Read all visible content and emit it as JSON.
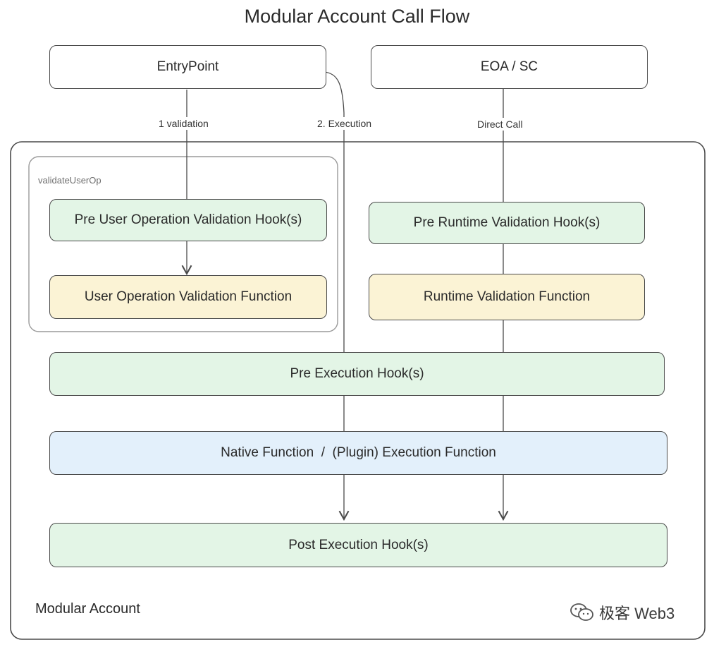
{
  "title": "Modular Account Call Flow",
  "nodes": {
    "entrypoint": "EntryPoint",
    "eoa_sc": "EOA / SC",
    "validate_user_op": "validateUserOp",
    "pre_user_op_validation_hooks": "Pre User Operation Validation Hook(s)",
    "user_op_validation_function": "User Operation Validation Function",
    "pre_runtime_validation_hooks": "Pre Runtime Validation Hook(s)",
    "runtime_validation_function": "Runtime Validation Function",
    "pre_execution_hooks": "Pre Execution Hook(s)",
    "native_function": "Native Function  /  (Plugin) Execution Function",
    "post_execution_hooks": "Post Execution Hook(s)",
    "modular_account": "Modular Account"
  },
  "edges": {
    "validation": "1 validation",
    "execution": "2. Execution",
    "direct_call": "Direct Call"
  },
  "watermark": {
    "brand": "极客 Web3",
    "icon": "wechat-icon"
  },
  "colors": {
    "hook_green": "#e3f5e6",
    "function_yellow": "#fbf3d5",
    "execution_blue": "#e3f0fb",
    "stroke": "#4a4a4a"
  }
}
